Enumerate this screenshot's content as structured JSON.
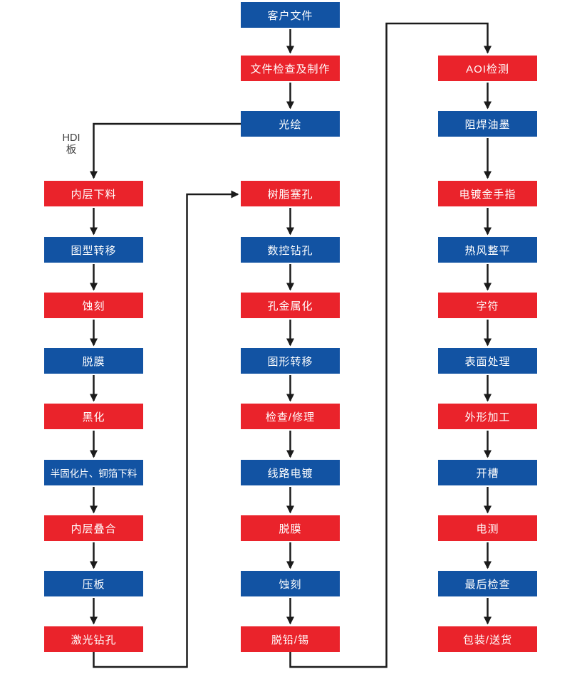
{
  "flowchart": {
    "description_colors": {
      "node_red": "#ea232b",
      "node_blue": "#1253a3",
      "arrow_black": "#1b1b1b",
      "node_text": "#ffffff",
      "annotation_text": "#3c3c3c",
      "background": "#ffffff"
    },
    "hdi_label": {
      "line1": "HDI",
      "line2": "板"
    },
    "columns": {
      "middle": {
        "nodes": [
          {
            "label": "客户文件",
            "color": "blue"
          },
          {
            "label": "文件检查及制作",
            "color": "red"
          },
          {
            "label": "光绘",
            "color": "blue"
          },
          {
            "label": "树脂塞孔",
            "color": "red"
          },
          {
            "label": "数控钻孔",
            "color": "blue"
          },
          {
            "label": "孔金属化",
            "color": "red"
          },
          {
            "label": "图形转移",
            "color": "blue"
          },
          {
            "label": "检查/修理",
            "color": "red"
          },
          {
            "label": "线路电镀",
            "color": "blue"
          },
          {
            "label": "脱膜",
            "color": "red"
          },
          {
            "label": "蚀刻",
            "color": "blue"
          },
          {
            "label": "脱铅/锡",
            "color": "red"
          }
        ]
      },
      "left": {
        "nodes": [
          {
            "label": "内层下料",
            "color": "red"
          },
          {
            "label": "图型转移",
            "color": "blue"
          },
          {
            "label": "蚀刻",
            "color": "red"
          },
          {
            "label": "脱膜",
            "color": "blue"
          },
          {
            "label": "黑化",
            "color": "red"
          },
          {
            "label": "半固化片、铜箔下料",
            "color": "blue"
          },
          {
            "label": "内层叠合",
            "color": "red"
          },
          {
            "label": "压板",
            "color": "blue"
          },
          {
            "label": "激光钻孔",
            "color": "red"
          }
        ]
      },
      "right": {
        "nodes": [
          {
            "label": "AOI检测",
            "color": "red"
          },
          {
            "label": "阻焊油墨",
            "color": "blue"
          },
          {
            "label": "电镀金手指",
            "color": "red"
          },
          {
            "label": "热风整平",
            "color": "blue"
          },
          {
            "label": "字符",
            "color": "red"
          },
          {
            "label": "表面处理",
            "color": "blue"
          },
          {
            "label": "外形加工",
            "color": "red"
          },
          {
            "label": "开槽",
            "color": "blue"
          },
          {
            "label": "电测",
            "color": "red"
          },
          {
            "label": "最后检查",
            "color": "blue"
          },
          {
            "label": "包装/送货",
            "color": "red"
          }
        ]
      }
    }
  }
}
